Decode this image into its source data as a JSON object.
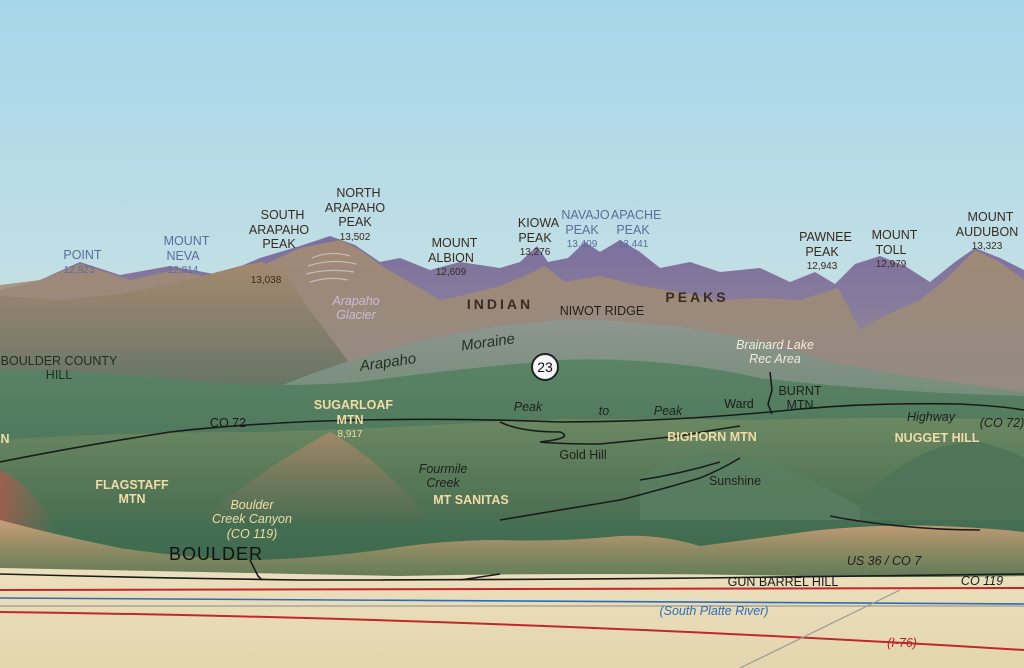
{
  "peaks": [
    {
      "id": "point",
      "name": "POINT",
      "elev": "12,923",
      "tone": "blue"
    },
    {
      "id": "mount-neva",
      "name": "MOUNT\nNEVA",
      "elev": "12,814",
      "tone": "blue"
    },
    {
      "id": "south-arapaho",
      "name": "SOUTH\nARAPAHO\nPEAK",
      "elev": "13,038",
      "tone": "dark"
    },
    {
      "id": "north-arapaho",
      "name": "NORTH\nARAPAHO\nPEAK",
      "elev": "13,502",
      "tone": "dark"
    },
    {
      "id": "mount-albion",
      "name": "MOUNT\nALBION",
      "elev": "12,609",
      "tone": "dark"
    },
    {
      "id": "kiowa",
      "name": "KIOWA\nPEAK",
      "elev": "13,276",
      "tone": "dark"
    },
    {
      "id": "navajo",
      "name": "NAVAJO\nPEAK",
      "elev": "13,409",
      "tone": "blue"
    },
    {
      "id": "apache",
      "name": "APACHE\nPEAK",
      "elev": "13,441",
      "tone": "blue"
    },
    {
      "id": "pawnee",
      "name": "PAWNEE\nPEAK",
      "elev": "12,943",
      "tone": "dark"
    },
    {
      "id": "mount-toll",
      "name": "MOUNT\nTOLL",
      "elev": "12,979",
      "tone": "dark"
    },
    {
      "id": "mount-audubon",
      "name": "MOUNT\nAUDUBON",
      "elev": "13,323",
      "tone": "dark"
    }
  ],
  "labels": {
    "indian": "INDIAN",
    "peaks_word": "PEAKS",
    "niwot_ridge": "NIWOT RIDGE",
    "arapaho_glacier": "Arapaho\nGlacier",
    "arapaho": "Arapaho",
    "moraine": "Moraine",
    "brainard": "Brainard Lake\nRec Area",
    "burnt_mtn": "BURNT\nMTN",
    "boulder_county_hill": "BOULDER COUNTY\nHILL",
    "sugarloaf": "SUGARLOAF\nMTN",
    "sugarloaf_elev": "8,917",
    "co72_left": "CO 72",
    "peak_word_1": "Peak",
    "to_word": "to",
    "peak_word_2": "Peak",
    "ward": "Ward",
    "highway": "Highway",
    "co72_right": "(CO 72)",
    "n_fragment": "N",
    "bighorn": "BIGHORN MTN",
    "nugget_hill": "NUGGET HILL",
    "gold_hill": "Gold Hill",
    "fourmile_creek": "Fourmile\nCreek",
    "mt_sanitas": "MT SANITAS",
    "sunshine": "Sunshine",
    "flagstaff": "FLAGSTAFF\nMTN",
    "boulder_creek_canyon": "Boulder\nCreek Canyon\n(CO 119)",
    "boulder": "BOULDER",
    "us36": "US 36 / CO 7",
    "gun_barrel": "GUN BARREL HILL",
    "co119": "CO 119",
    "south_platte": "(South Platte River)",
    "i76": "(I-76)",
    "route_badge": "23"
  },
  "colors": {
    "sky_top": "#a6d6ea",
    "sky_bottom": "#d9e4d4",
    "high_peaks": "#8e88b4",
    "arapaho_ridge": "#a98a74",
    "foothill_green": "#4f7a5b",
    "plains": "#e9dcb6",
    "river": "#2e6db6",
    "interstate": "#c1282d"
  }
}
